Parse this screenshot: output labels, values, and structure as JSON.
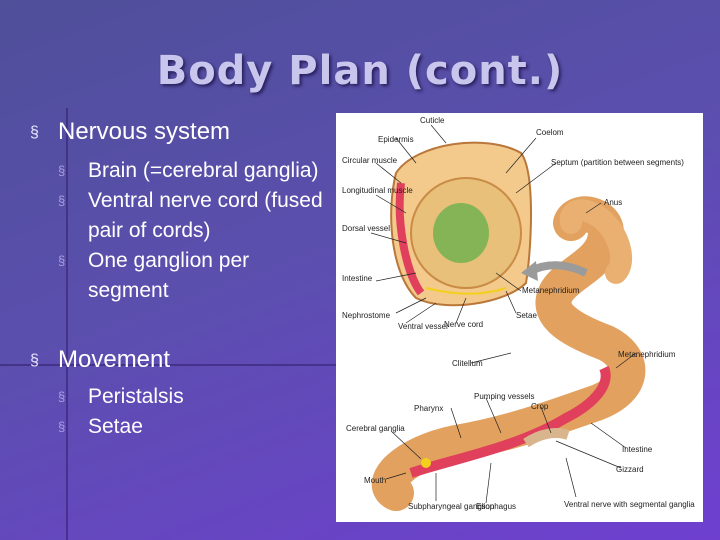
{
  "slide": {
    "title": "Body Plan (cont.)",
    "sections": [
      {
        "heading": "Nervous system",
        "items": [
          "Brain (=cerebral ganglia)",
          "Ventral nerve cord (fused pair of cords)",
          "One ganglion per segment"
        ]
      },
      {
        "heading": "Movement",
        "items": [
          "Peristalsis",
          "Setae"
        ]
      }
    ]
  },
  "diagram": {
    "labels": {
      "cuticle": "Cuticle",
      "epidermis": "Epidermis",
      "coelom": "Coelom",
      "circular_muscle": "Circular muscle",
      "septum": "Septum (partition between segments)",
      "longitudinal_muscle": "Longitudinal muscle",
      "anus": "Anus",
      "dorsal_vessel": "Dorsal vessel",
      "intestine_top": "Intestine",
      "metanephridium_top": "Metanephridium",
      "nephrostome": "Nephrostome",
      "ventral_vessel": "Ventral vessel",
      "nerve_cord": "Nerve cord",
      "setae": "Setae",
      "clitellum": "Clitellum",
      "metanephridium_right": "Metanephridium",
      "pharynx": "Pharynx",
      "pumping_vessels": "Pumping vessels",
      "crop": "Crop",
      "cerebral_ganglia": "Cerebral ganglia",
      "intestine_bottom": "Intestine",
      "gizzard": "Gizzard",
      "mouth": "Mouth",
      "subpharyngeal_ganglion": "Subpharyngeal ganglion",
      "esophagus": "Esophagus",
      "ventral_nerve": "Ventral nerve with segmental ganglia"
    }
  }
}
